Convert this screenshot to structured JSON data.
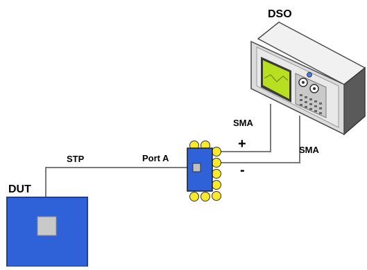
{
  "labels": {
    "dso": "DSO",
    "dut": "DUT",
    "stp": "STP",
    "port_a": "Port A",
    "sma_upper": "SMA",
    "sma_right": "SMA",
    "plus": "+",
    "minus": "-"
  },
  "icons": {
    "oscilloscope": "oscilloscope-icon",
    "dut_board": "dut-board-icon",
    "adapter": "adapter-module-icon"
  },
  "colors": {
    "adapter_body": "#2f62d8",
    "adapter_pins": "#f7ea2a",
    "dut_body": "#2f62d8",
    "dut_chip": "#c9c9c9",
    "scope_screen": "#b8e020",
    "wire": "#7a7a7a"
  }
}
